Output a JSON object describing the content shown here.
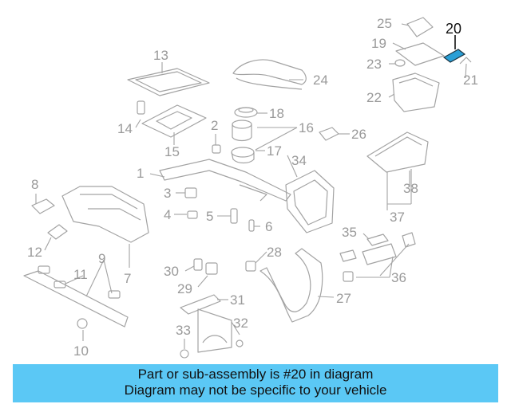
{
  "diagram": {
    "callouts": [
      "1",
      "2",
      "3",
      "4",
      "5",
      "6",
      "7",
      "8",
      "9",
      "10",
      "11",
      "12",
      "13",
      "14",
      "15",
      "16",
      "17",
      "18",
      "19",
      "20",
      "21",
      "22",
      "23",
      "24",
      "25",
      "26",
      "27",
      "28",
      "29",
      "30",
      "31",
      "32",
      "33",
      "34",
      "35",
      "36",
      "37",
      "38"
    ],
    "highlighted_part": "20"
  },
  "caption": {
    "line1": "Part or sub-assembly is #20 in diagram",
    "line2": "Diagram may not be specific to your vehicle"
  },
  "colors": {
    "banner": "#5bc8f5",
    "highlight_part": "#2a9fd6",
    "line_art": "#a3a3a3",
    "callout_text": "#9a9a9a"
  }
}
